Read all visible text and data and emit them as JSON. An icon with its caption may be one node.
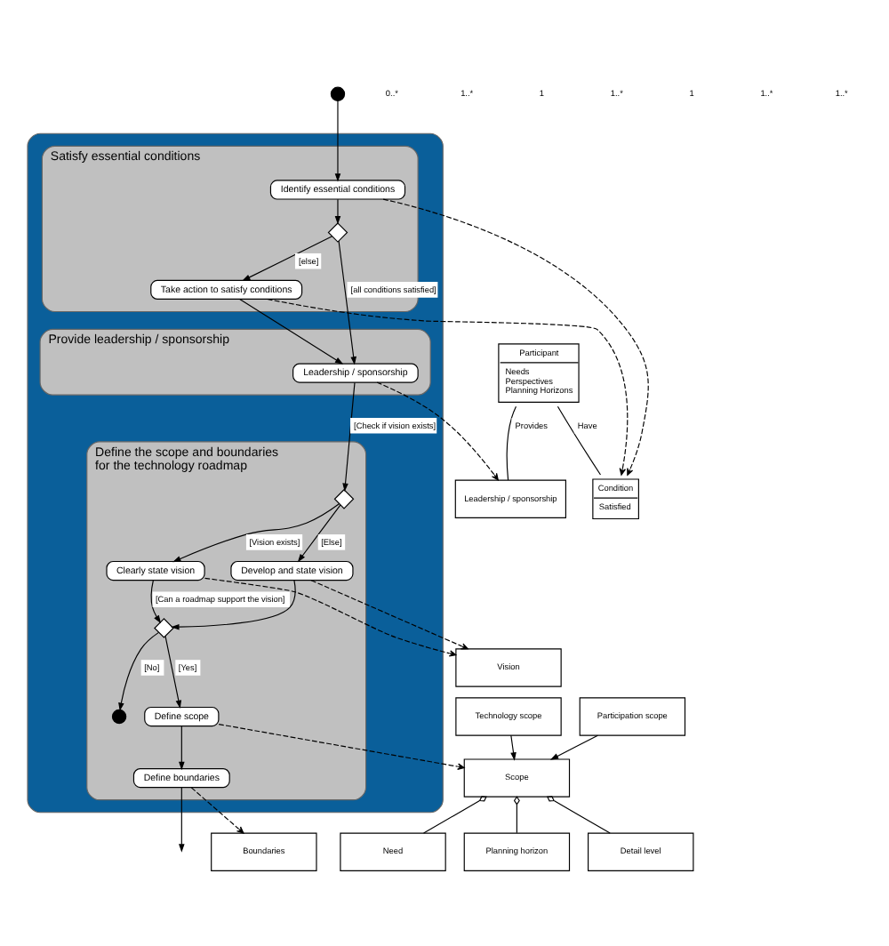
{
  "diagram": {
    "nodes": [
      {
        "text": [],
        "shape": "circle"
      },
      {
        "text": [],
        "shape": "box"
      },
      {
        "text": [
          "Satisfy essential conditions"
        ],
        "in": 1
      },
      {
        "text": [
          "Identify essential conditions"
        ],
        "in": 2
      },
      {
        "text": [],
        "shape": "diamond",
        "in": 2
      },
      {
        "text": [
          "Take action to satisfy conditions"
        ],
        "in": 2
      },
      {
        "text": [
          "Provide leadership / sponsorship"
        ],
        "in": 1
      },
      {
        "text": [
          "Leadership / sponsorship"
        ],
        "in": 6
      },
      {
        "text": [
          "Define the scope and boundaries for the technology roadmap"
        ],
        "in": 1
      },
      {
        "text": [],
        "shape": "diamond",
        "in": 8
      },
      {
        "text": [
          "Clearly state vision"
        ],
        "in": 8
      },
      {
        "text": [
          "Develop and state vision"
        ],
        "in": 8
      },
      {
        "text": [],
        "shape": "diamond",
        "in": 8
      },
      {
        "text": [],
        "shape": "circle",
        "in": 8
      },
      {
        "text": [
          "Define scope"
        ],
        "in": 8
      },
      {
        "text": [
          "Define boundaries"
        ],
        "in": 8
      },
      {
        "text": [
          "Condition",
          "Satisfied"
        ]
      },
      {
        "text": [
          "Leadership / sponsorship"
        ]
      },
      {
        "text": [
          "Participant",
          "Needs",
          "Perspectives",
          "Planning Horizons"
        ]
      },
      {
        "text": [
          "Vision"
        ]
      },
      {
        "text": [
          "Scope"
        ]
      },
      {
        "text": [
          "Need"
        ]
      },
      {
        "text": [
          "Planning horizon"
        ]
      },
      {
        "text": [
          "Detail level"
        ]
      },
      {
        "text": [
          "Technology scope"
        ]
      },
      {
        "text": [
          "Participation scope"
        ]
      },
      {
        "text": [
          "Boundaries"
        ]
      }
    ],
    "edges": [
      {
        "from": 0,
        "to": 3,
        "arrow": "to"
      },
      {
        "from": 3,
        "to": 4,
        "arrow": "to"
      },
      {
        "from": 4,
        "to": 5,
        "arrow": "to",
        "label": "[else]"
      },
      {
        "from": 4,
        "to": 7,
        "arrow": "to",
        "label": "[all conditions satisfied]"
      },
      {
        "from": 5,
        "to": 7,
        "arrow": "to"
      },
      {
        "from": 7,
        "to": 9,
        "arrow": "to",
        "label": "[Check if vision exists]"
      },
      {
        "from": 9,
        "to": 10,
        "arrow": "to",
        "label": "[Vision exists]"
      },
      {
        "from": 9,
        "to": 11,
        "arrow": "to",
        "label": "[Else]"
      },
      {
        "from": 10,
        "to": 12,
        "arrow": "to",
        "label": "[Can a roadmap support the vision]"
      },
      {
        "from": 11,
        "to": 12,
        "arrow": "to"
      },
      {
        "from": 12,
        "to": 13,
        "arrow": "to",
        "label": "[No]"
      },
      {
        "from": 12,
        "to": 14,
        "arrow": "to",
        "label": "[Yes]"
      },
      {
        "from": 14,
        "to": 15,
        "arrow": "to"
      },
      {
        "from": 15,
        "to": null,
        "arrow": "to"
      },
      {
        "from": 3,
        "to": 16,
        "arrow": "to",
        "style": "dashed"
      },
      {
        "from": 5,
        "to": 16,
        "arrow": "to",
        "style": "dashed"
      },
      {
        "from": 7,
        "to": 17,
        "arrow": "to",
        "style": "dashed"
      },
      {
        "from": 10,
        "to": 19,
        "arrow": "to",
        "style": "dashed"
      },
      {
        "from": 11,
        "to": 19,
        "arrow": "to",
        "style": "dashed"
      },
      {
        "from": 14,
        "to": 20,
        "arrow": "to",
        "style": "dashed"
      },
      {
        "from": 15,
        "to": 26,
        "arrow": "to",
        "style": "dashed"
      },
      {
        "from": 18,
        "to": 16,
        "arrow": "none",
        "label": "Have"
      },
      {
        "from": 18,
        "to": 17,
        "arrow": "none",
        "label": "Provides"
      },
      {
        "from": 20,
        "to": 21,
        "arrow": "other"
      },
      {
        "from": 20,
        "to": 22,
        "arrow": "other"
      },
      {
        "from": 20,
        "to": 23,
        "arrow": "other"
      },
      {
        "from": 24,
        "to": 20,
        "arrow": "to"
      },
      {
        "from": 25,
        "to": 20,
        "arrow": "to"
      }
    ],
    "labels": [
      "0..*",
      "1..*",
      "1",
      "1..*",
      "1",
      "1..*",
      "1..*"
    ]
  }
}
